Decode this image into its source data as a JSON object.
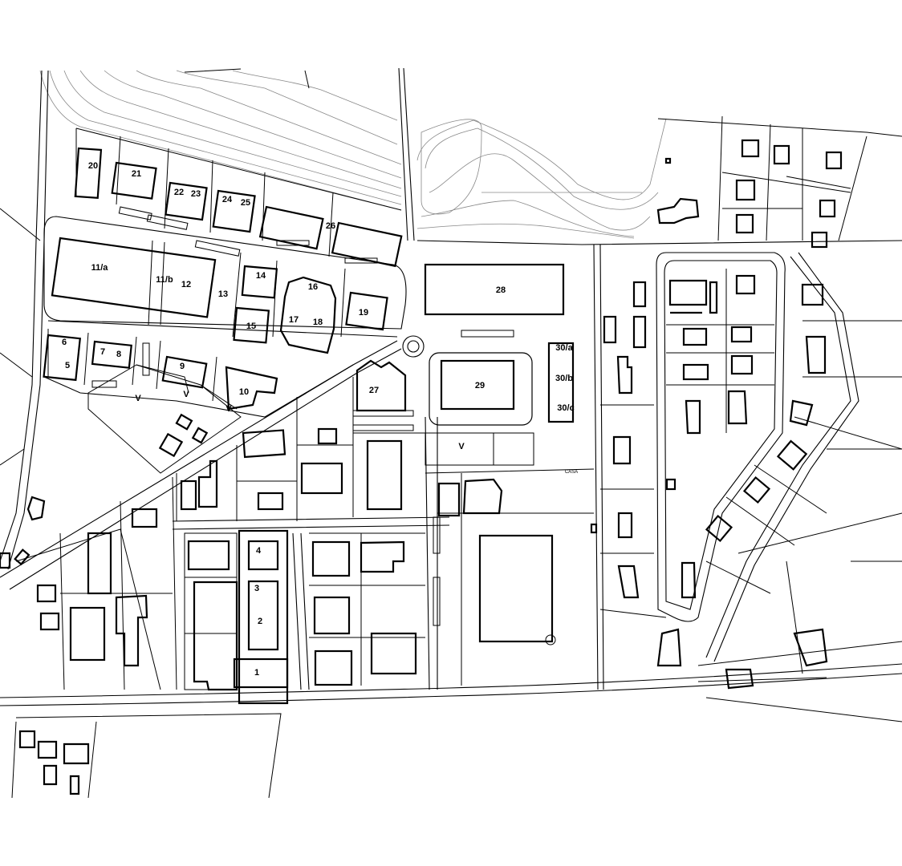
{
  "map": {
    "colors": {
      "line": "#000000",
      "contour": "#888888",
      "background": "#ffffff"
    },
    "lot_labels": {
      "l20": "20",
      "l21": "21",
      "l22": "22",
      "l23": "23",
      "l24": "24",
      "l25": "25",
      "l26": "26",
      "l11a": "11/a",
      "l11b": "11/b",
      "l12": "12",
      "l13": "13",
      "l14": "14",
      "l15": "15",
      "l16": "16",
      "l17": "17",
      "l18": "18",
      "l19": "19",
      "l5": "5",
      "l6": "6",
      "l7": "7",
      "l8": "8",
      "l9": "9",
      "l10": "10",
      "l27": "27",
      "l28": "28",
      "l29": "29",
      "l30a": "30/a",
      "l30b": "30/b",
      "l30c": "30/c",
      "l1": "1",
      "l2": "2",
      "l3": "3",
      "l4": "4",
      "v1": "V",
      "v2": "V",
      "v3": "V",
      "v4": "V"
    },
    "place_labels": {
      "casa": "CASA"
    }
  }
}
